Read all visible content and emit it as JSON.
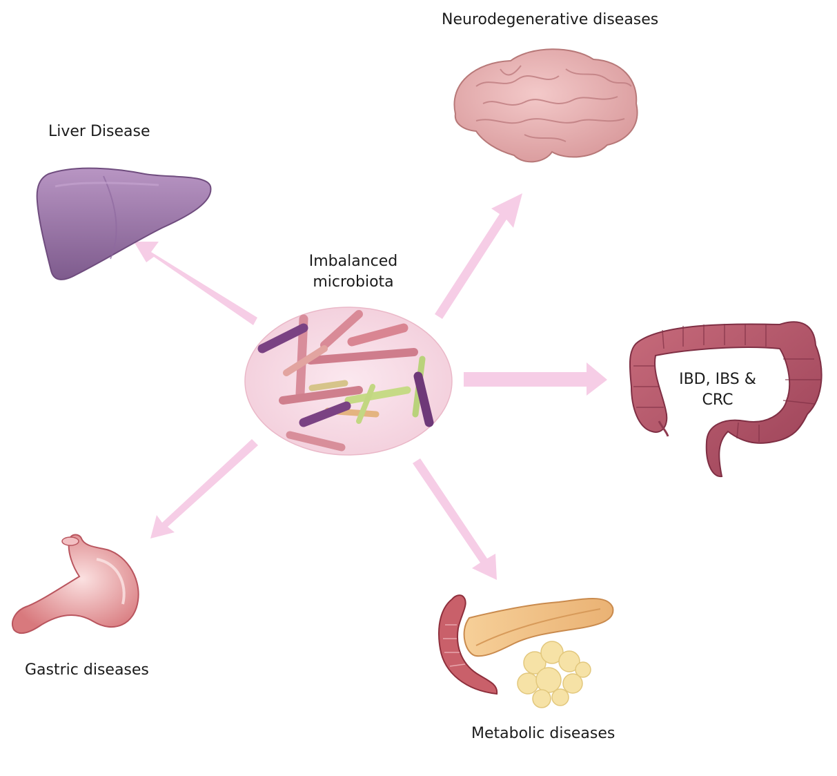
{
  "center": {
    "line1": "Imbalanced",
    "line2": "microbiota"
  },
  "nodes": {
    "neuro": "Neurodegenerative diseases",
    "liver": "Liver Disease",
    "colon_line1": "IBD, IBS &",
    "colon_line2": "CRC",
    "gastric": "Gastric diseases",
    "metabolic": "Metabolic diseases"
  },
  "colors": {
    "arrow": "#f6cde6",
    "center_fill": "#f8dbe6",
    "liver": "#a47fb0",
    "brain": "#e8b3b4",
    "colon": "#b75a6c",
    "stomach": "#e79a9d",
    "pancreas": "#f0c48b"
  }
}
